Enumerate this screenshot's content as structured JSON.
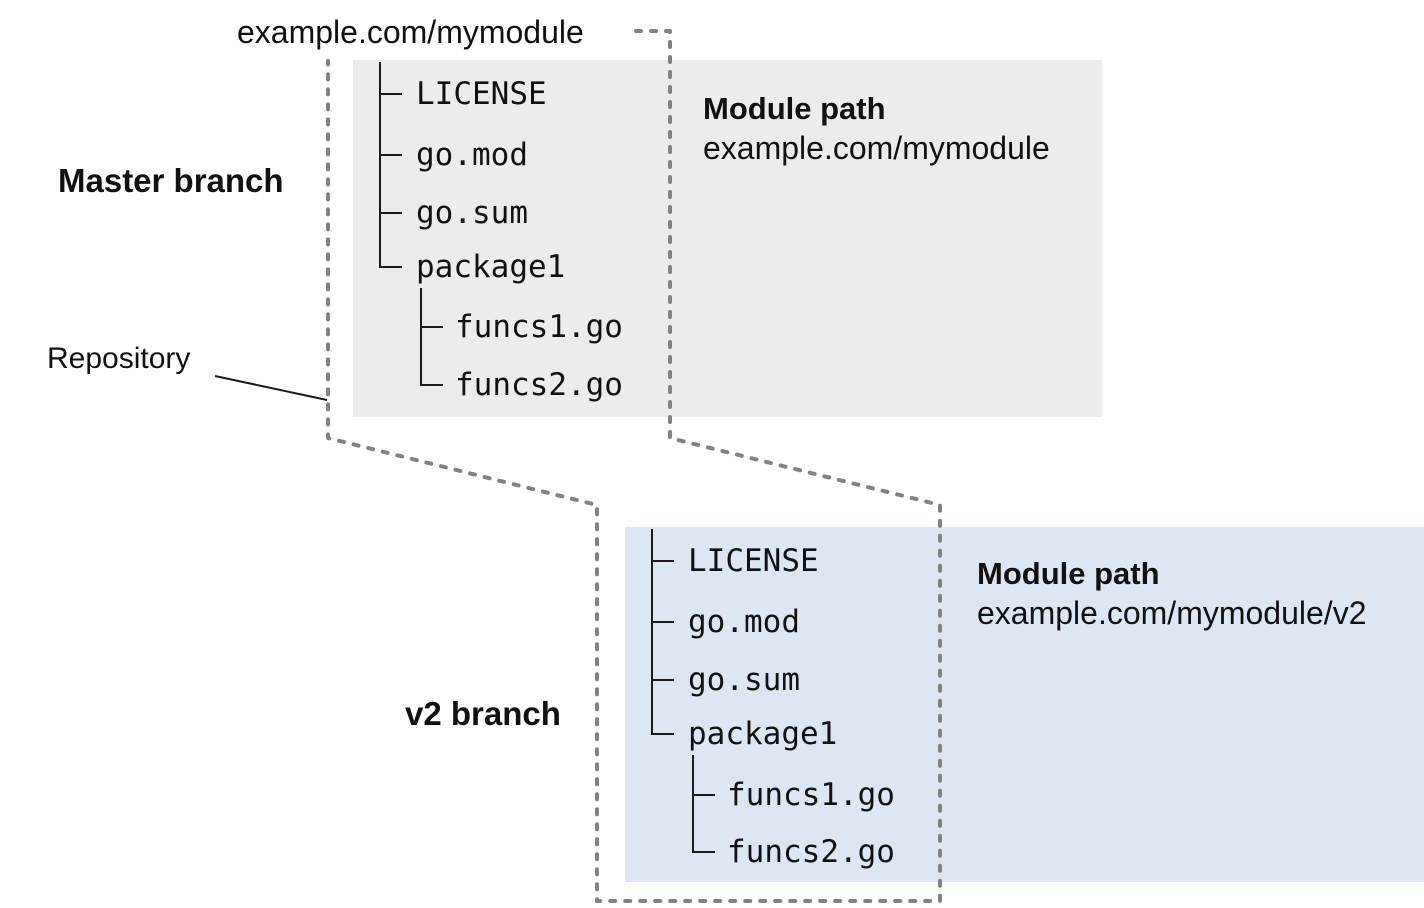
{
  "diagram": {
    "repo_url_label": "example.com/mymodule",
    "repository_label": "Repository",
    "master": {
      "branch_label": "Master branch",
      "module_path_title": "Module path",
      "module_path_value": "example.com/mymodule",
      "tree": [
        "LICENSE",
        "go.mod",
        "go.sum",
        "package1",
        "funcs1.go",
        "funcs2.go"
      ]
    },
    "v2": {
      "branch_label": "v2 branch",
      "module_path_title": "Module path",
      "module_path_value": "example.com/mymodule/v2",
      "tree": [
        "LICENSE",
        "go.mod",
        "go.sum",
        "package1",
        "funcs1.go",
        "funcs2.go"
      ]
    },
    "colors": {
      "master_box_bg": "#ececec",
      "v2_box_bg": "#dce7f3",
      "dashed_outline": "#828282",
      "tree_lines": "#1a1a1a",
      "text": "#111111"
    }
  }
}
